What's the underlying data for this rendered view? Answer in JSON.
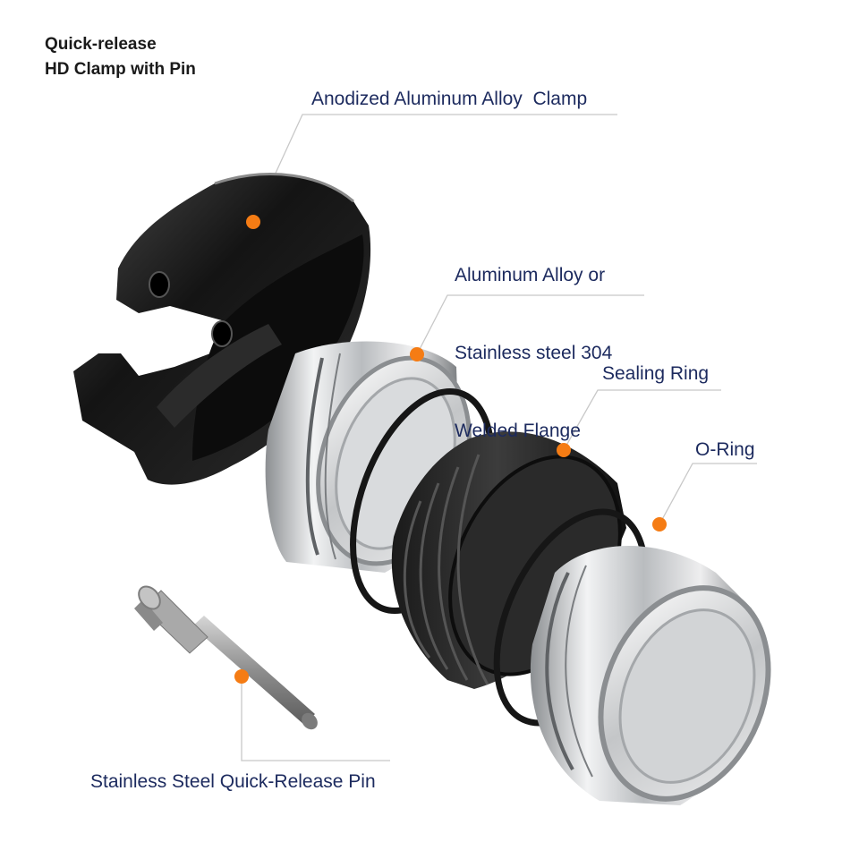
{
  "title": {
    "line1": "Quick-release",
    "line2": "HD Clamp with Pin"
  },
  "labels": {
    "clamp": "Anodized Aluminum Alloy  Clamp",
    "flange_line1": "Aluminum Alloy or",
    "flange_line2": "Stainless steel 304",
    "flange_line3": "Welded Flange",
    "sealing_ring": "Sealing Ring",
    "o_ring": "O-Ring",
    "pin": "Stainless Steel Quick-Release Pin"
  },
  "colors": {
    "callout_dot": "#f57c14",
    "leader_line": "#c8c8c8",
    "label_text": "#1c2a5e",
    "clamp_body": "#1b1b1b",
    "flange_metal": "#c9cbcd",
    "seal_black": "#222222",
    "pin_metal": "#9a9a9a"
  },
  "icons": [
    "clamp-part",
    "welded-flange-part",
    "o-ring-part",
    "sealing-ring-part",
    "flange-part",
    "quick-release-pin-part"
  ]
}
